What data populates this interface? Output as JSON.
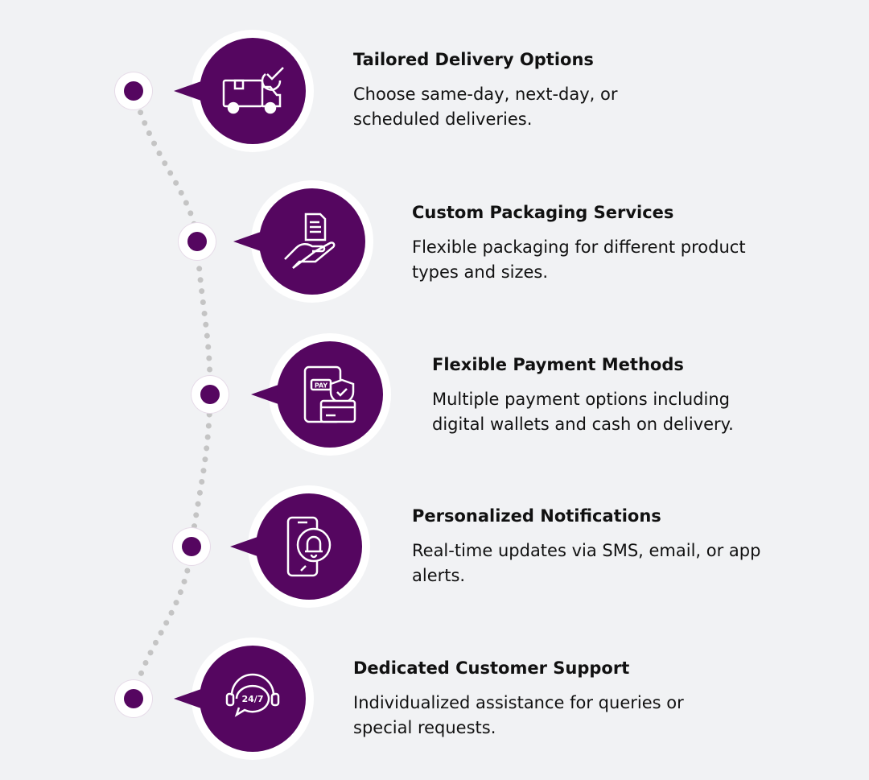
{
  "colors": {
    "accent": "#550660",
    "background": "#f1f2f4",
    "path": "#c4c4c4"
  },
  "items": [
    {
      "title": "Tailored Delivery Options",
      "description": "Choose same-day, next-day, or scheduled deliveries.",
      "icon": "delivery-truck-check-icon"
    },
    {
      "title": "Custom Packaging Services",
      "description": "Flexible packaging for different product types and sizes.",
      "icon": "hand-document-icon"
    },
    {
      "title": "Flexible Payment Methods",
      "description": "Multiple payment options including digital wallets and cash on delivery.",
      "icon": "phone-pay-shield-card-icon",
      "icon_text": "PAY"
    },
    {
      "title": "Personalized Notifications",
      "description": "Real-time updates via SMS, email, or app alerts.",
      "icon": "phone-bell-icon"
    },
    {
      "title": "Dedicated Customer Support",
      "description": "Individualized assistance for queries or special requests.",
      "icon": "headset-chat-icon",
      "icon_text": "24/7"
    }
  ]
}
